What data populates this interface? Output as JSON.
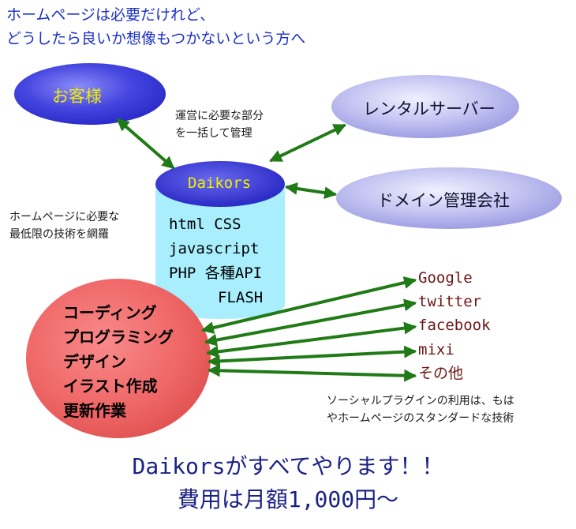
{
  "intro": {
    "line1": "ホームページは必要だけれど、",
    "line2": "どうしたら良いか想像もつかないという方へ"
  },
  "nodes": {
    "customer": "お客様",
    "rental_server": "レンタルサーバー",
    "domain_company": "ドメイン管理会社",
    "daikors": "Daikors"
  },
  "notes": {
    "operation": [
      "運営に必要な部分",
      "を一括して管理"
    ],
    "technology": [
      "ホームページに必要な",
      "最低限の技術を網羅"
    ],
    "social": [
      "ソーシャルプラグインの利用は、もは",
      "やホームページのスタンダードな技術"
    ]
  },
  "tech_stack": [
    "html CSS",
    "javascript",
    "PHP 各種API",
    "FLASH"
  ],
  "services": [
    "コーディング",
    "プログラミング",
    "デザイン",
    "イラスト作成",
    "更新作業"
  ],
  "social_plugins": [
    "Google",
    "twitter",
    "facebook",
    "mixi",
    "その他"
  ],
  "closing": {
    "line1": "Daikorsがすべてやります！！",
    "line2": "費用は月額1,000円～"
  },
  "colors": {
    "node_blue": "#3a3ad8",
    "node_lavender": "#b7b7ef",
    "cylinder_cyan": "#a8eefc",
    "circle_red": "#ef6464",
    "arrow_green": "#207a16",
    "headline_blue": "#1b2fc4",
    "closing_navy": "#1b2284",
    "social_maroon": "#6d1515"
  }
}
